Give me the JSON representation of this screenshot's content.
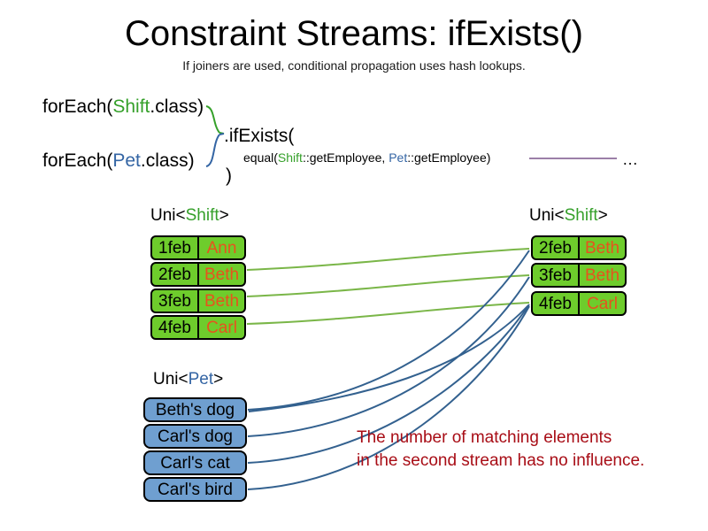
{
  "slide": {
    "title": "Constraint Streams: ifExists()",
    "subtitle": "If joiners are used, conditional propagation uses hash lookups."
  },
  "code": {
    "foreach_shift": {
      "prefix": "forEach(",
      "type": "Shift",
      "suffix": ".class)"
    },
    "foreach_pet": {
      "prefix": "forEach(",
      "type": "Pet",
      "suffix": ".class)"
    },
    "ifexists": ".ifExists(",
    "equal": {
      "prefix": "equal(",
      "type_a": "Shift",
      "mid": "::getEmployee, ",
      "type_b": "Pet",
      "suffix": "::getEmployee)"
    },
    "close_paren": ")",
    "ellipsis": "…"
  },
  "labels": {
    "uni_shift_left": {
      "prefix": "Uni<",
      "type": "Shift",
      "suffix": ">"
    },
    "uni_shift_right": {
      "prefix": "Uni<",
      "type": "Shift",
      "suffix": ">"
    },
    "uni_pet_left": {
      "prefix": "Uni<",
      "type": "Pet",
      "suffix": ">"
    }
  },
  "streams": {
    "shift_left": {
      "rows": [
        {
          "date": "1feb",
          "employee": "Ann"
        },
        {
          "date": "2feb",
          "employee": "Beth"
        },
        {
          "date": "3feb",
          "employee": "Beth"
        },
        {
          "date": "4feb",
          "employee": "Carl"
        }
      ]
    },
    "shift_right": {
      "rows": [
        {
          "date": "2feb",
          "employee": "Beth"
        },
        {
          "date": "3feb",
          "employee": "Beth"
        },
        {
          "date": "4feb",
          "employee": "Carl"
        }
      ]
    },
    "pet_left": {
      "rows": [
        {
          "pet": "Beth's dog"
        },
        {
          "pet": "Carl's dog"
        },
        {
          "pet": "Carl's cat"
        },
        {
          "pet": "Carl's bird"
        }
      ]
    }
  },
  "annotation": {
    "text": "The number of matching elements\nin the second stream has no influence."
  },
  "colors": {
    "shift_green": "#6ecc2c",
    "pet_blue": "#6f9fd0",
    "employee_orange": "#e8521d",
    "annotation_red": "#a80d16",
    "type_shift_green": "#35a02a",
    "type_pet_blue": "#3465a4",
    "link_green": "#7ab648",
    "link_blue": "#33618f",
    "equal_line_purple": "#9b7fa8"
  }
}
